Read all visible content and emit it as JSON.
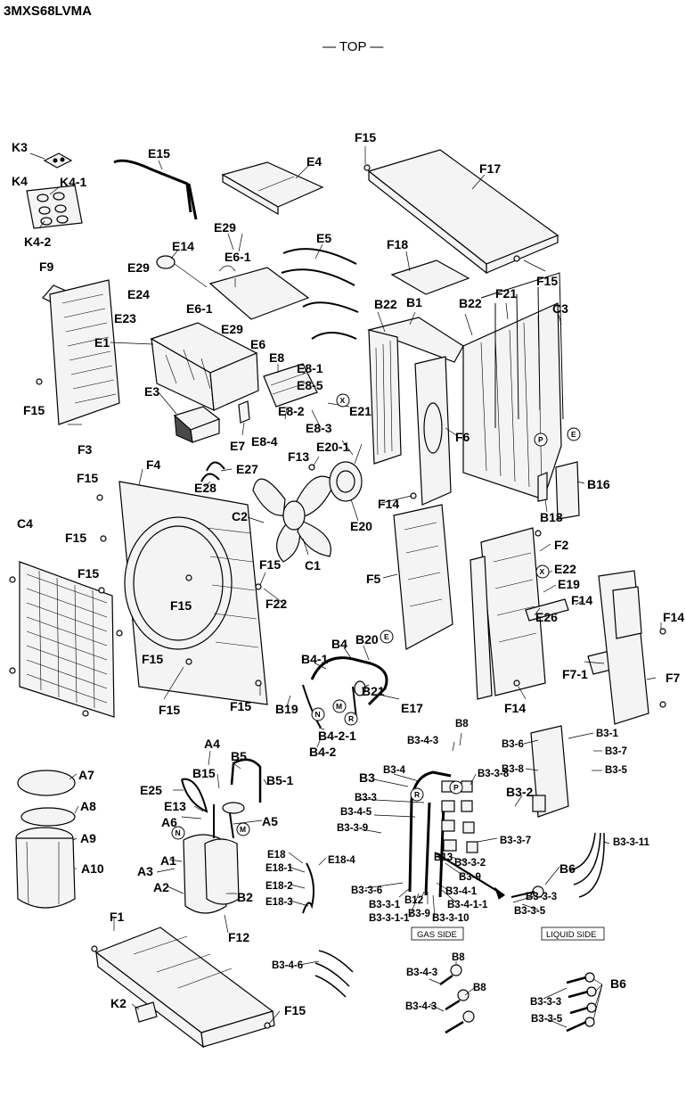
{
  "model": "3MXS68LVMA",
  "view": "— TOP —",
  "gas_side": "GAS SIDE",
  "liquid_side": "LIQUID SIDE",
  "symbols": {
    "X": "X",
    "P": "P",
    "E": "E",
    "R": "R",
    "N": "N",
    "M": "M"
  },
  "labels": {
    "K3": "K3",
    "K4": "K4",
    "K4_1": "K4-1",
    "K4_2": "K4-2",
    "F9": "F9",
    "E15": "E15",
    "E4": "E4",
    "F15a": "F15",
    "F17": "F17",
    "F15b": "F15",
    "E29a": "E29",
    "E14": "E14",
    "E29b": "E29",
    "E6_1a": "E6-1",
    "E5": "E5",
    "F18": "F18",
    "E24": "E24",
    "E6_1b": "E6-1",
    "E23": "E23",
    "E29c": "E29",
    "E6": "E6",
    "B22a": "B22",
    "B1": "B1",
    "B22b": "B22",
    "F21": "F21",
    "C3": "C3",
    "E1": "E1",
    "E8": "E8",
    "E8_1": "E8-1",
    "E8_5": "E8-5",
    "E3": "E3",
    "E21": "E21",
    "E8_2": "E8-2",
    "E8_3": "E8-3",
    "E8_4": "E8-4",
    "E7a": "E7",
    "E20_1": "E20-1",
    "F6": "F6",
    "F15c": "F15",
    "F3": "F3",
    "F13": "F13",
    "F4": "F4",
    "E27": "E27",
    "E28": "E28",
    "B16": "B16",
    "F15d": "F15",
    "C2": "C2",
    "E20": "E20",
    "F14a": "F14",
    "B18": "B18",
    "C4": "C4",
    "F15e": "F15",
    "C1": "C1",
    "F2": "F2",
    "F15f": "F15",
    "F5": "F5",
    "E22": "E22",
    "F15g": "F15",
    "E19": "E19",
    "F14b": "F14",
    "F15h": "F15",
    "F22": "F22",
    "E26": "E26",
    "F14c": "F14",
    "B20": "B20",
    "B4": "B4",
    "B4_1": "B4-1",
    "F15i": "F15",
    "F7_1": "F7-1",
    "F7": "F7",
    "B21": "B21",
    "F15j": "F15",
    "F15k": "F15",
    "B19": "B19",
    "E17": "E17",
    "F14d": "F14",
    "B4_2_1": "B4-2-1",
    "B4_2": "B4-2",
    "B8a": "B8",
    "B3_4_3a": "B3-4-3",
    "B3_6": "B3-6",
    "B3_1": "B3-1",
    "B3_7": "B3-7",
    "A4": "A4",
    "B5": "B5",
    "B3_8": "B3-8",
    "B3_5a": "B3-5",
    "A7": "A7",
    "B15": "B15",
    "B5_1": "B5-1",
    "B3": "B3",
    "B3_4": "B3-4",
    "B3_3_8": "B3-3-8",
    "E25": "E25",
    "B3_2": "B3-2",
    "A8": "A8",
    "E13": "E13",
    "B3_3": "B3-3",
    "A6": "A6",
    "A5": "A5",
    "B3_4_5": "B3-4-5",
    "A9": "A9",
    "B3_3_9": "B3-3-9",
    "B3_3_7": "B3-3-7",
    "B3_3_11": "B3-3-11",
    "A10": "A10",
    "E18": "E18",
    "E18_1": "E18-1",
    "E18_4": "E18-4",
    "B13": "B13",
    "B3_3_2": "B3-3-2",
    "A1": "A1",
    "B6a": "B6",
    "A3": "A3",
    "B3_9a": "B3-9",
    "B3_3_3a": "B3-3-3",
    "A2": "A2",
    "E18_2": "E18-2",
    "B2": "B2",
    "B3_3_6": "B3-3-6",
    "B3_4_1": "B3-4-1",
    "B3_4_1_1": "B3-4-1-1",
    "B3_3_5a": "B3-3-5",
    "E18_3": "E18-3",
    "B3_3_1": "B3-3-1",
    "B12": "B12",
    "B3_3_1_1": "B3-3-1-1",
    "B3_9b": "B3-9",
    "B3_3_10": "B3-3-10",
    "F1": "F1",
    "F12": "F12",
    "B3_4_6": "B3-4-6",
    "B8b": "B8",
    "B3_4_3b": "B3-4-3",
    "B8c": "B8",
    "B6b": "B6",
    "B3_3_3b": "B3-3-3",
    "K2": "K2",
    "F15l": "F15",
    "B3_4_3c": "B3-4-3",
    "B3_3_5b": "B3-3-5"
  }
}
